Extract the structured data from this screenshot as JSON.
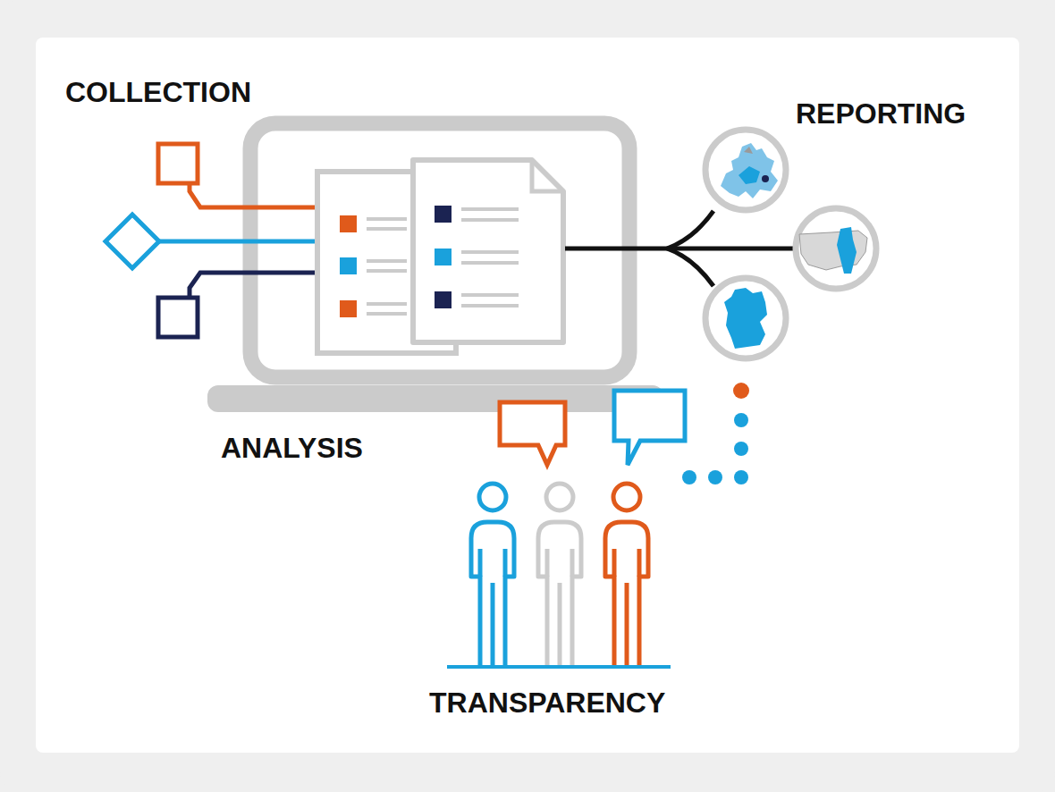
{
  "diagram": {
    "labels": [
      "COLLECTION",
      "REPORTING",
      "ANALYSIS",
      "TRANSPARENCY"
    ]
  }
}
